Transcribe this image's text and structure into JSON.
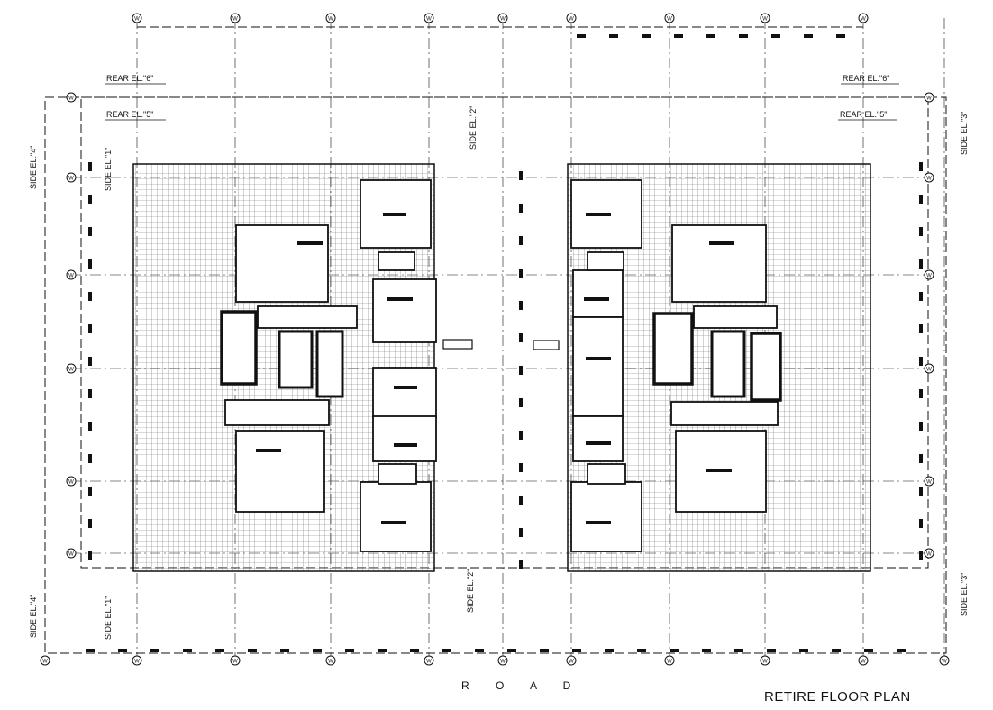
{
  "title": "RETIRE  FLOOR PLAN",
  "road_label": "R O A D",
  "rear_labels": [
    "REAR EL.\"6\"",
    "REAR EL.\"5\""
  ],
  "side_labels": [
    "SIDE EL.\"4\"",
    "SIDE EL.\"1\"",
    "SIDE EL.\"2\"",
    "SIDE EL.\"3\""
  ],
  "grid_bubbles_x": [
    "W",
    "W",
    "W",
    "W",
    "W",
    "W",
    "W",
    "W",
    "W",
    "W"
  ],
  "grid_bubbles_y": [
    "W",
    "W",
    "W",
    "W",
    "W",
    "W"
  ],
  "colors": {
    "line": "#111111",
    "hatch": "#6f6f6f",
    "background": "#ffffff"
  }
}
